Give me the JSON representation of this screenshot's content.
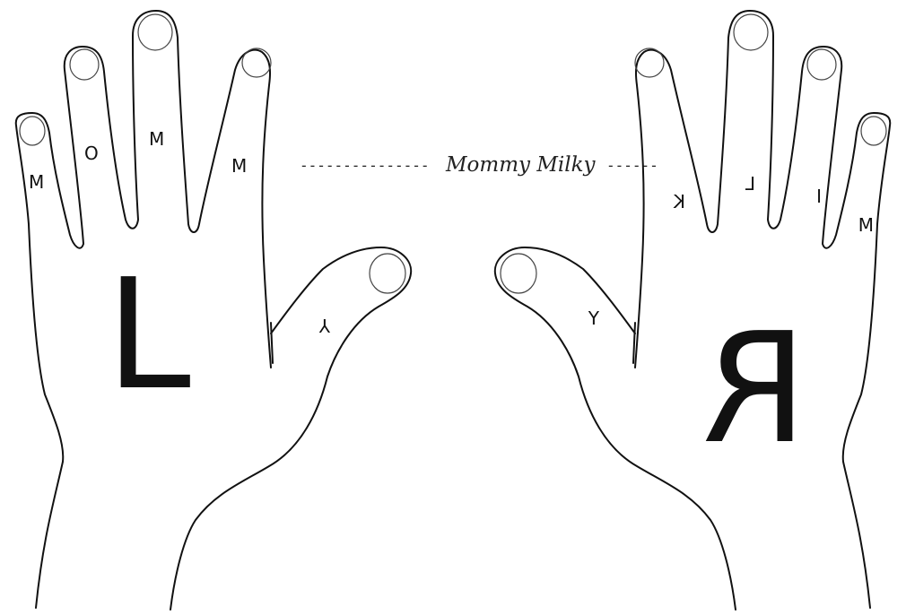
{
  "caption": {
    "text": "Mommy Milky",
    "left_dashes": "---------------",
    "right_dashes": "------"
  },
  "left_hand": {
    "palm_letter": "L",
    "finger_letters": {
      "pinky": "M",
      "ring": "O",
      "middle": "M",
      "index": "M",
      "thumb": "Y"
    }
  },
  "right_hand": {
    "palm_letter": "R",
    "finger_letters": {
      "thumb": "Y",
      "index": "K",
      "middle": "L",
      "ring": "I",
      "pinky": "M"
    }
  }
}
